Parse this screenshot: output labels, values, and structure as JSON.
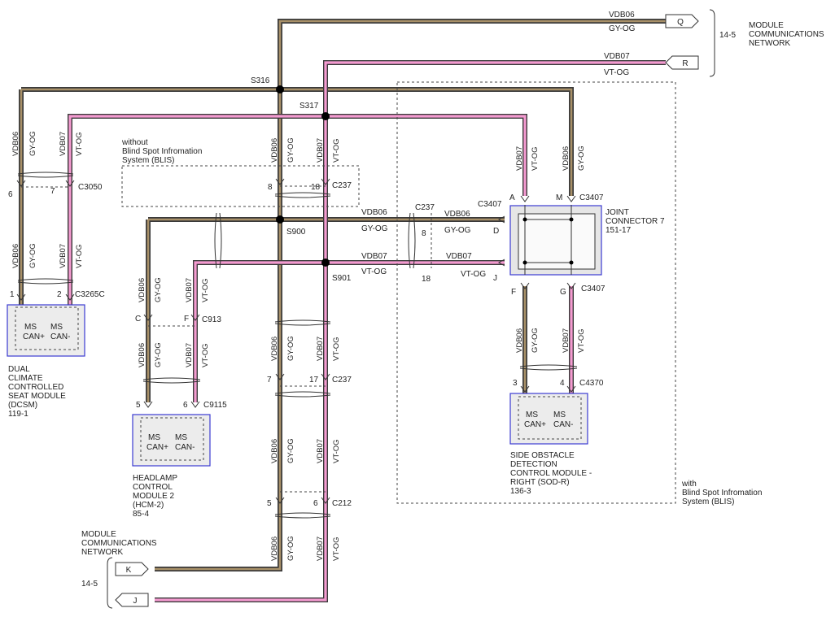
{
  "top": {
    "vdb06_label": "VDB06",
    "gyog_label": "GY-OG",
    "vdb07_label": "VDB07",
    "vtog_label": "VT-OG",
    "conn_q": "Q",
    "conn_r": "R",
    "page_ref": "14-5",
    "network_label": [
      "MODULE",
      "COMMUNICATIONS",
      "NETWORK"
    ]
  },
  "splices": {
    "s316": "S316",
    "s317": "S317",
    "s900": "S900",
    "s901": "S901"
  },
  "blis_without": [
    "without",
    "Blind Spot Infromation",
    "System (BLIS)"
  ],
  "blis_with": [
    "with",
    "Blind Spot Infromation",
    "System (BLIS)"
  ],
  "connectors": {
    "c3050": "C3050",
    "c3265c": "C3265C",
    "c237": "C237",
    "c913": "C913",
    "c9115": "C9115",
    "c212": "C212",
    "c3407": "C3407",
    "c4370": "C4370"
  },
  "pins": {
    "p6": "6",
    "p7": "7",
    "p1": "1",
    "p2": "2",
    "p8": "8",
    "p18": "18",
    "pc": "C",
    "pf": "F",
    "p5": "5",
    "p17": "17",
    "pa": "A",
    "pm": "M",
    "pd": "D",
    "pj": "J",
    "pg": "G",
    "p3": "3",
    "p4": "4"
  },
  "modules": {
    "dcsm": {
      "lines": [
        "DUAL",
        "CLIMATE",
        "CONTROLLED",
        "SEAT MODULE",
        "(DCSM)",
        "119-1"
      ]
    },
    "hcm": {
      "lines": [
        "HEADLAMP",
        "CONTROL",
        "MODULE 2",
        "(HCM-2)",
        "85-4"
      ]
    },
    "sod": {
      "lines": [
        "SIDE OBSTACLE",
        "DETECTION",
        "CONTROL MODULE -",
        "RIGHT (SOD-R)",
        "136-3"
      ]
    },
    "joint": {
      "lines": [
        "JOINT",
        "CONNECTOR 7",
        "151-17"
      ]
    },
    "ms": "MS",
    "can_plus": "CAN+",
    "can_minus": "CAN-"
  },
  "bottom": {
    "network_label": [
      "MODULE",
      "COMMUNICATIONS",
      "NETWORK"
    ],
    "page_ref": "14-5",
    "conn_k": "K",
    "conn_j": "J"
  },
  "colors": {
    "gy_og_wire": "#a89068",
    "vt_og_wire": "#f49ad0",
    "module_border": "#3b3bd1",
    "module_fill": "#ececec"
  }
}
